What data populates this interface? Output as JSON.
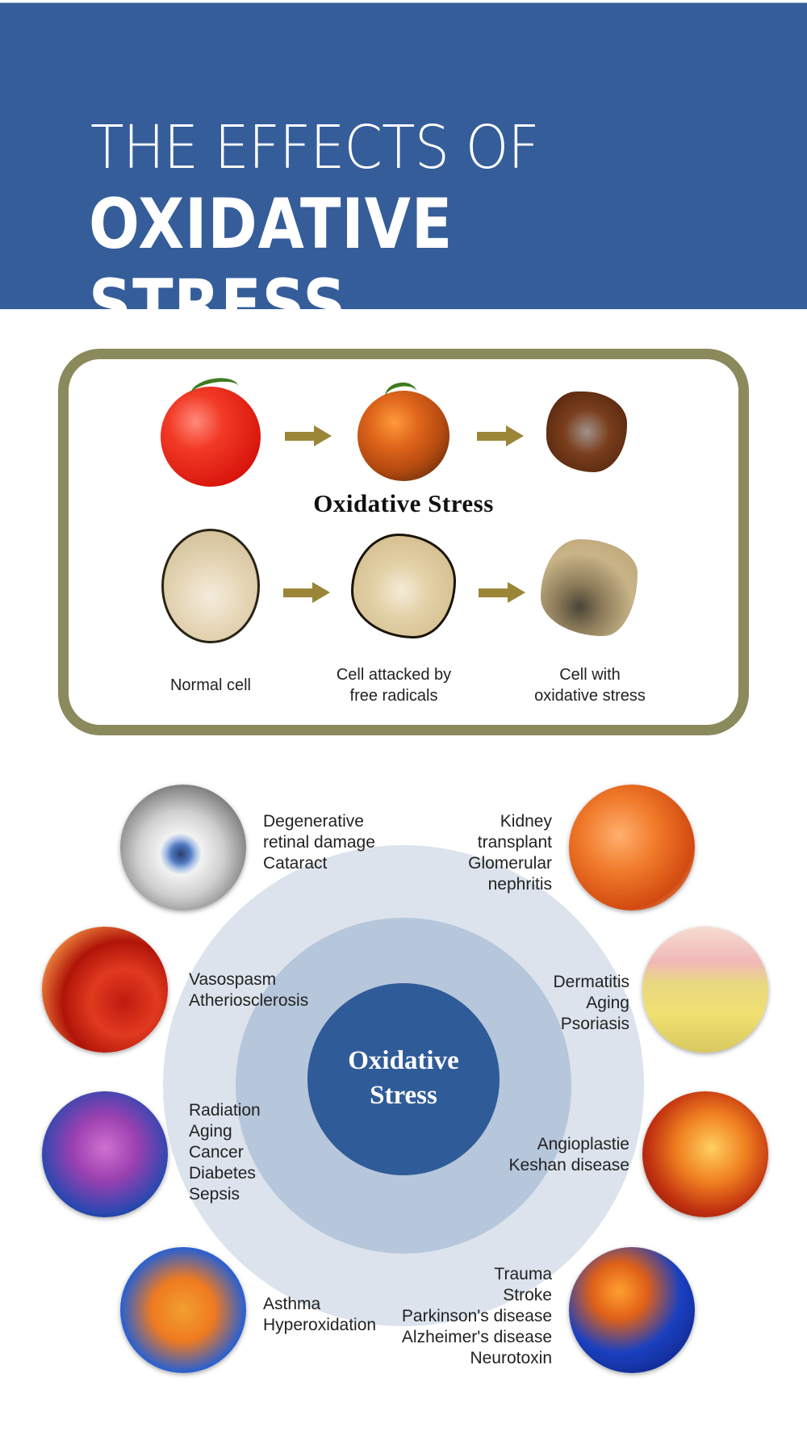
{
  "header": {
    "line1": "THE EFFECTS OF",
    "line2": "OXIDATIVE STRESS",
    "bg_color": "#355d9a"
  },
  "process": {
    "title": "Oxidative Stress",
    "border_color": "#8b8a5c",
    "tomato_stages": [
      "fresh-tomato-icon",
      "spotted-tomato-icon",
      "rotten-tomato-icon"
    ],
    "cell_labels": [
      "Normal cell",
      "Cell attacked by free radicals",
      "Cell with oxidative stress"
    ],
    "cell_label_lines": [
      [
        "Normal cell"
      ],
      [
        "Cell attacked by",
        "free radicals"
      ],
      [
        "Cell with",
        "oxidative stress"
      ]
    ]
  },
  "effects": {
    "center": [
      "Oxidative",
      "Stress"
    ],
    "colors": {
      "outer": "#dce3ed",
      "middle": "#b6c6db",
      "inner": "#2f5b99"
    },
    "organs": [
      {
        "organ": "eye",
        "lines": [
          "Degenerative",
          "retinal damage",
          "Cataract"
        ]
      },
      {
        "organ": "kidney",
        "lines": [
          "Kidney",
          "transplant",
          "Glomerular",
          "nephritis"
        ]
      },
      {
        "organ": "blood",
        "lines": [
          "Vasospasm",
          "Atheriosclerosis"
        ]
      },
      {
        "organ": "skin",
        "lines": [
          "Dermatitis",
          "Aging",
          "Psoriasis"
        ]
      },
      {
        "organ": "intestines",
        "lines": [
          "Radiation",
          "Aging",
          "Cancer",
          "Diabetes",
          "Sepsis"
        ]
      },
      {
        "organ": "heart",
        "lines": [
          "Angioplastie",
          "Keshan disease"
        ]
      },
      {
        "organ": "lungs",
        "lines": [
          "Asthma",
          "Hyperoxidation"
        ]
      },
      {
        "organ": "brain",
        "lines": [
          "Trauma",
          "Stroke",
          "Parkinson's disease",
          "Alzheimer's disease",
          "Neurotoxin"
        ]
      }
    ]
  }
}
